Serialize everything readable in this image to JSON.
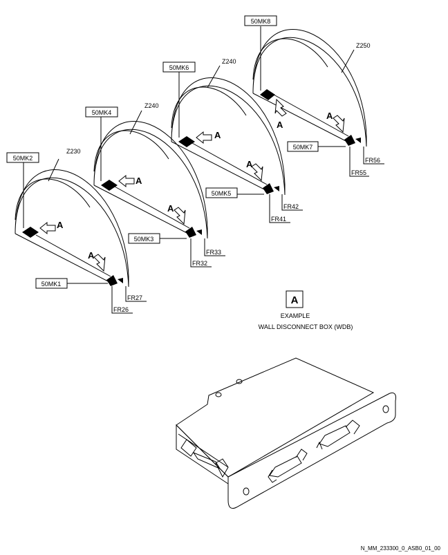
{
  "sections": [
    {
      "frame": "Z230",
      "box_top": "50MK2",
      "box_bottom": "50MK1",
      "frame_front": "FR26",
      "frame_rear": "FR27"
    },
    {
      "frame": "Z240",
      "box_top": "50MK4",
      "box_bottom": "50MK3",
      "frame_front": "FR32",
      "frame_rear": "FR33"
    },
    {
      "frame": "Z240",
      "box_top": "50MK6",
      "box_bottom": "50MK5",
      "frame_front": "FR41",
      "frame_rear": "FR42"
    },
    {
      "frame": "Z250",
      "box_top": "50MK8",
      "box_bottom": "50MK7",
      "frame_front": "FR55",
      "frame_rear": "FR56"
    }
  ],
  "view_letter": "A",
  "detail": {
    "letter": "A",
    "line1": "EXAMPLE",
    "line2": "WALL DISCONNECT BOX (WDB)"
  },
  "drawing_ref": "N_MM_233300_0_ASB0_01_00"
}
